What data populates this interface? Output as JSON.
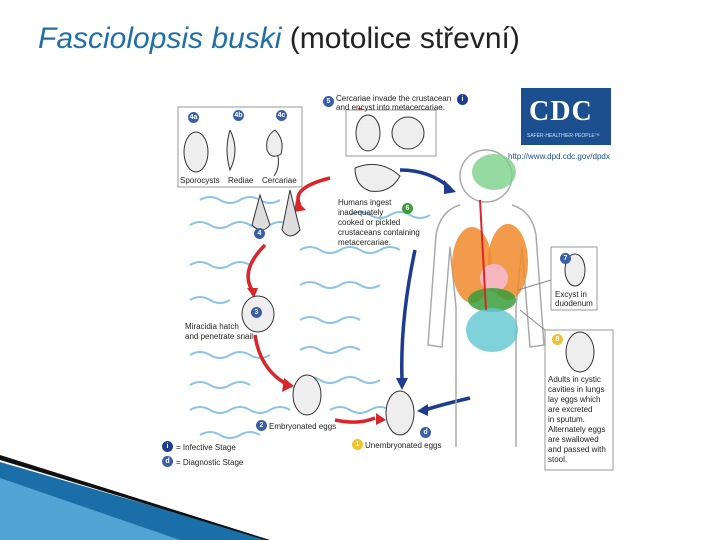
{
  "title": {
    "scientific": "Fasciolopsis buski",
    "common": "(motolice střevní)"
  },
  "cdc": {
    "logo_text": "CDC",
    "tagline": "SAFER·HEALTHIER·PEOPLE™",
    "url": "http://www.dpd.cdc.gov/dpdx"
  },
  "stages": {
    "s4a": {
      "num": "4a",
      "label": "Sporocysts"
    },
    "s4b": {
      "num": "4b",
      "label": "Rediae"
    },
    "s4c": {
      "num": "4c",
      "label": "Cercariae"
    },
    "s4": {
      "num": "4"
    },
    "s5": {
      "num": "5",
      "text1": "Cercariae invade the crustacean",
      "text2": "and encyst into metacercariae."
    },
    "s6": {
      "num": "6",
      "lines": [
        "Humans ingest",
        "inadequately",
        "cooked or pickled",
        "crustaceans containing",
        "metacercariae."
      ]
    },
    "s7": {
      "num": "7",
      "lines": [
        "Excyst in",
        "duodenum"
      ]
    },
    "s8": {
      "num": "8",
      "lines": [
        "Adults in cystic",
        "cavities in lungs",
        "lay eggs which",
        "are excreted",
        "in sputum.",
        "Alternately eggs",
        "are swallowed",
        "and passed with",
        "stool."
      ]
    },
    "s3": {
      "num": "3",
      "lines": [
        "Miracidia hatch",
        "and penetrate snail"
      ]
    },
    "s2": {
      "num": "2",
      "label": "Embryonated eggs"
    },
    "s1": {
      "num": "1",
      "label": "Unembryonated eggs"
    }
  },
  "legend": {
    "infective_symbol": "i",
    "infective": "= Infective Stage",
    "diagnostic_symbol": "d",
    "diagnostic": "= Diagnostic Stage"
  },
  "colors": {
    "cycle_red": "#d9262b",
    "cycle_blue": "#1d3b8f",
    "stage_blue": "#3a5fa8",
    "stage_yellow": "#f2c12e",
    "water": "#6fb6e0",
    "title_blue": "#1f6fa8"
  }
}
